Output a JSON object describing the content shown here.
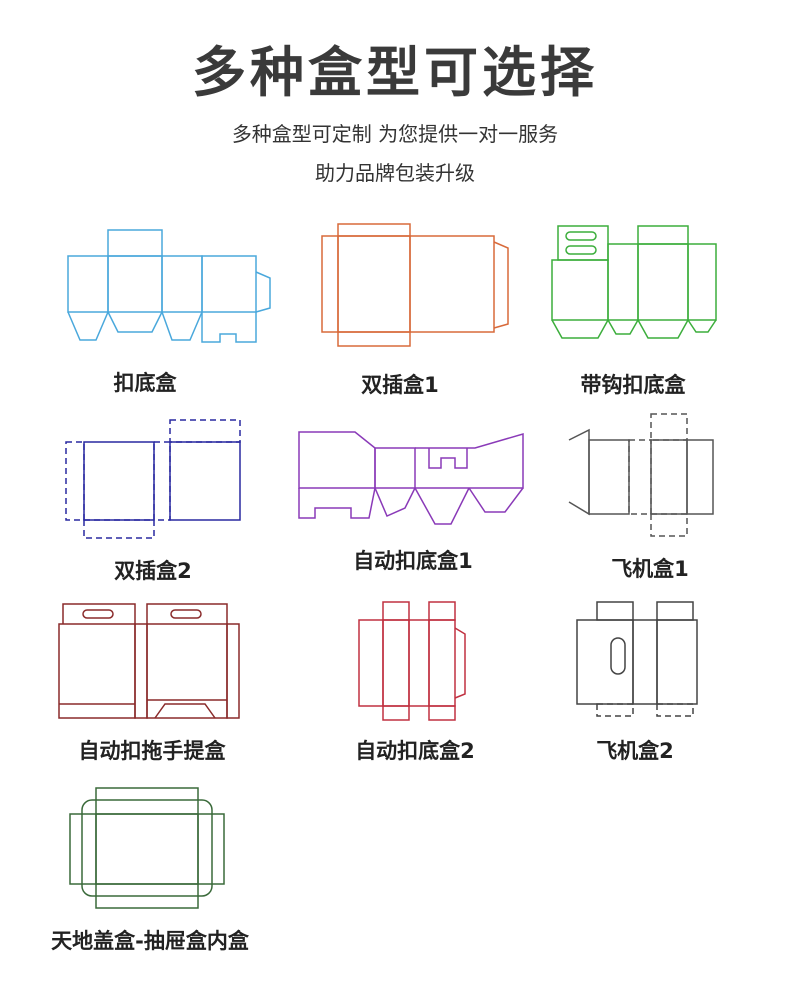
{
  "header": {
    "title": "多种盒型可选择",
    "subtitle_line1": "多种盒型可定制 为您提供一对一服务",
    "subtitle_line2": "助力品牌包装升级"
  },
  "boxes": [
    {
      "label": "扣底盒",
      "color": "#4aa8dc"
    },
    {
      "label": "双插盒1",
      "color": "#d86a3a"
    },
    {
      "label": "带钩扣底盒",
      "color": "#3cae3c"
    },
    {
      "label": "双插盒2",
      "color": "#2828a0"
    },
    {
      "label": "自动扣底盒1",
      "color": "#8a3ab8"
    },
    {
      "label": "飞机盒1",
      "color": "#555555"
    },
    {
      "label": "自动扣拖手提盒",
      "color": "#8a2a2a"
    },
    {
      "label": "自动扣底盒2",
      "color": "#c03040"
    },
    {
      "label": "飞机盒2",
      "color": "#444444"
    },
    {
      "label": "天地盖盒-抽屉盒内盒",
      "color": "#3a6a3a"
    }
  ]
}
